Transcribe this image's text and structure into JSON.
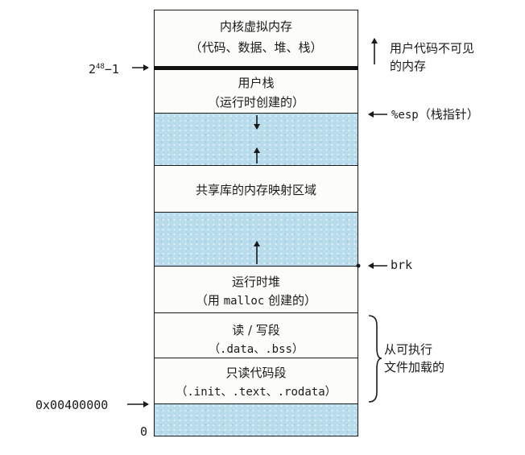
{
  "regions": {
    "kernel_title": "内核虚拟内存",
    "kernel_sub": "（代码、数据、堆、栈）",
    "stack_title": "用户栈",
    "stack_sub": "（运行时创建的）",
    "shared": "共享库的内存映射区域",
    "heap_title": "运行时堆",
    "heap_sub_a": "（用 ",
    "heap_sub_code": "malloc",
    "heap_sub_b": " 创建的）",
    "rw_title": "读 / 写段",
    "rw_sub": "（.data、.bss）",
    "ro_title": "只读代码段",
    "ro_sub": "（.init、.text、.rodata）"
  },
  "labels": {
    "addr_top_base": "2",
    "addr_top_exp": "48",
    "addr_top_rest": "−1",
    "addr_load": "0x00400000",
    "addr_zero": "0",
    "invisible_line1": "用户代码不可见",
    "invisible_line2": "的内存",
    "esp_code": "%esp",
    "esp_text": "（栈指针）",
    "brk": "brk",
    "loaded_line1": "从可执行",
    "loaded_line2": "文件加载的"
  }
}
